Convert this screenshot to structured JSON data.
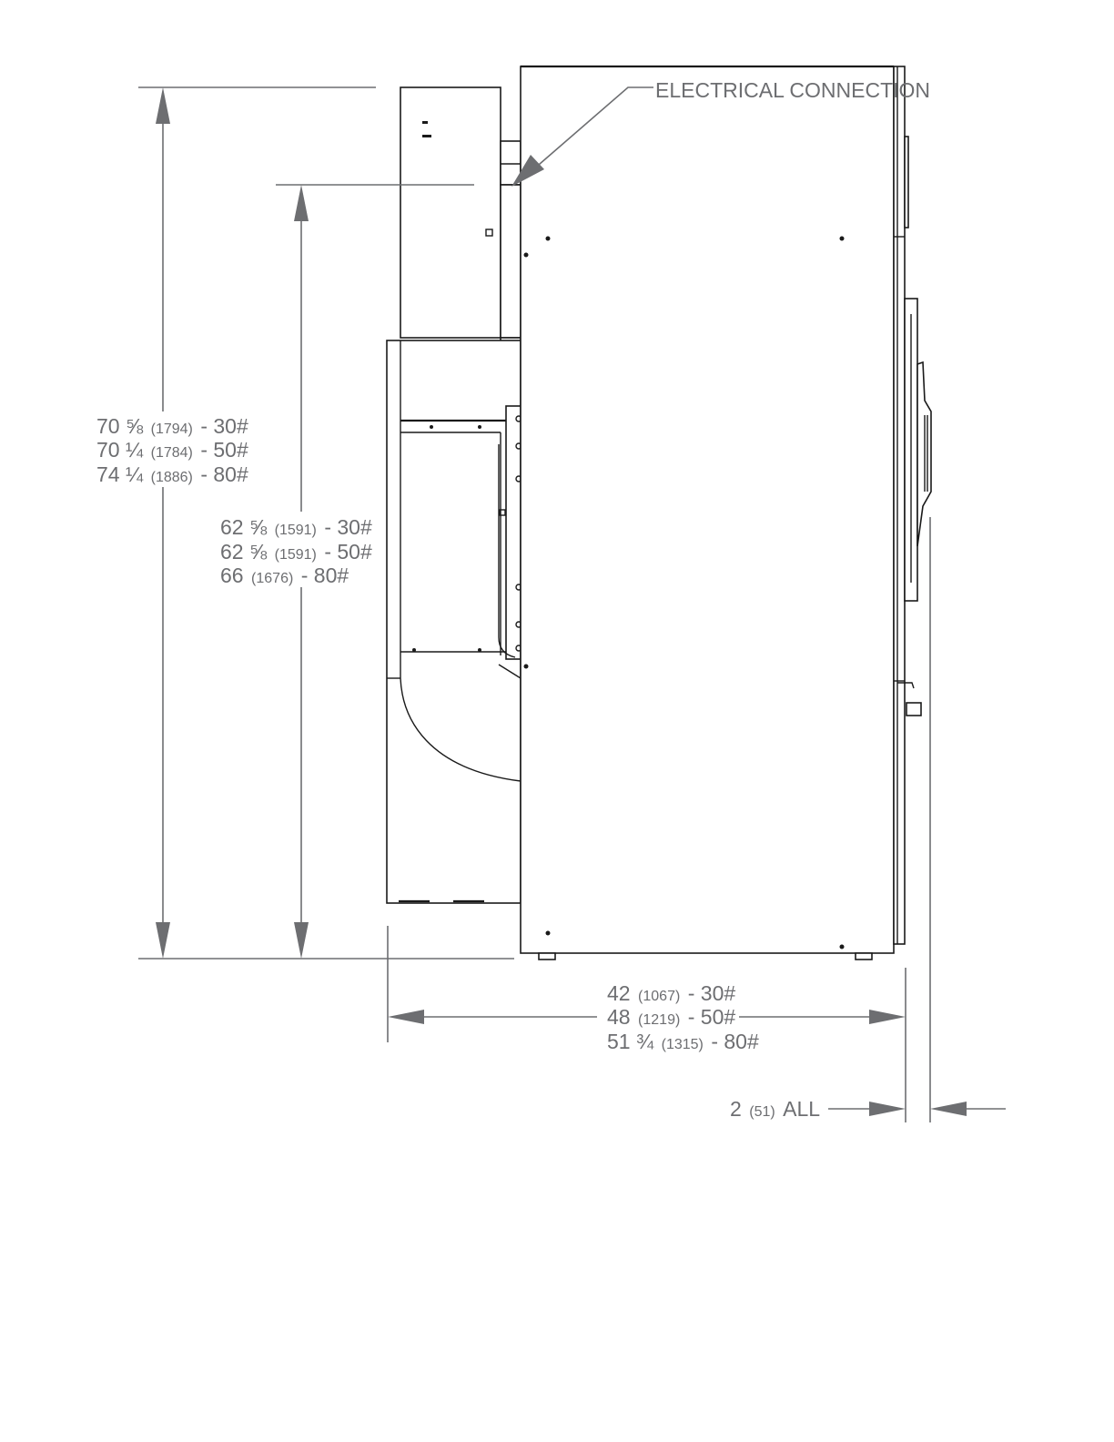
{
  "callout": {
    "electrical_connection": "ELECTRICAL CONNECTION"
  },
  "dimensions": {
    "overall_height": [
      {
        "main": "70 ⅝",
        "metric": "(1794)",
        "model": "- 30#"
      },
      {
        "main": "70 ¼",
        "metric": "(1784)",
        "model": "- 50#"
      },
      {
        "main": "74 ¼",
        "metric": "(1886)",
        "model": "- 80#"
      }
    ],
    "electrical_height": [
      {
        "main": "62 ⅝",
        "metric": "(1591)",
        "model": "- 30#"
      },
      {
        "main": "62 ⅝",
        "metric": "(1591)",
        "model": "- 50#"
      },
      {
        "main": "66",
        "metric": "(1676)",
        "model": "- 80#"
      }
    ],
    "overall_depth": [
      {
        "main": "42",
        "metric": "(1067)",
        "model": "- 30#"
      },
      {
        "main": "48",
        "metric": "(1219)",
        "model": "- 50#"
      },
      {
        "main": "51 ¾",
        "metric": "(1315)",
        "model": "- 80#"
      }
    ],
    "clearance": {
      "main": "2",
      "metric": "(51)",
      "model": "ALL"
    }
  }
}
